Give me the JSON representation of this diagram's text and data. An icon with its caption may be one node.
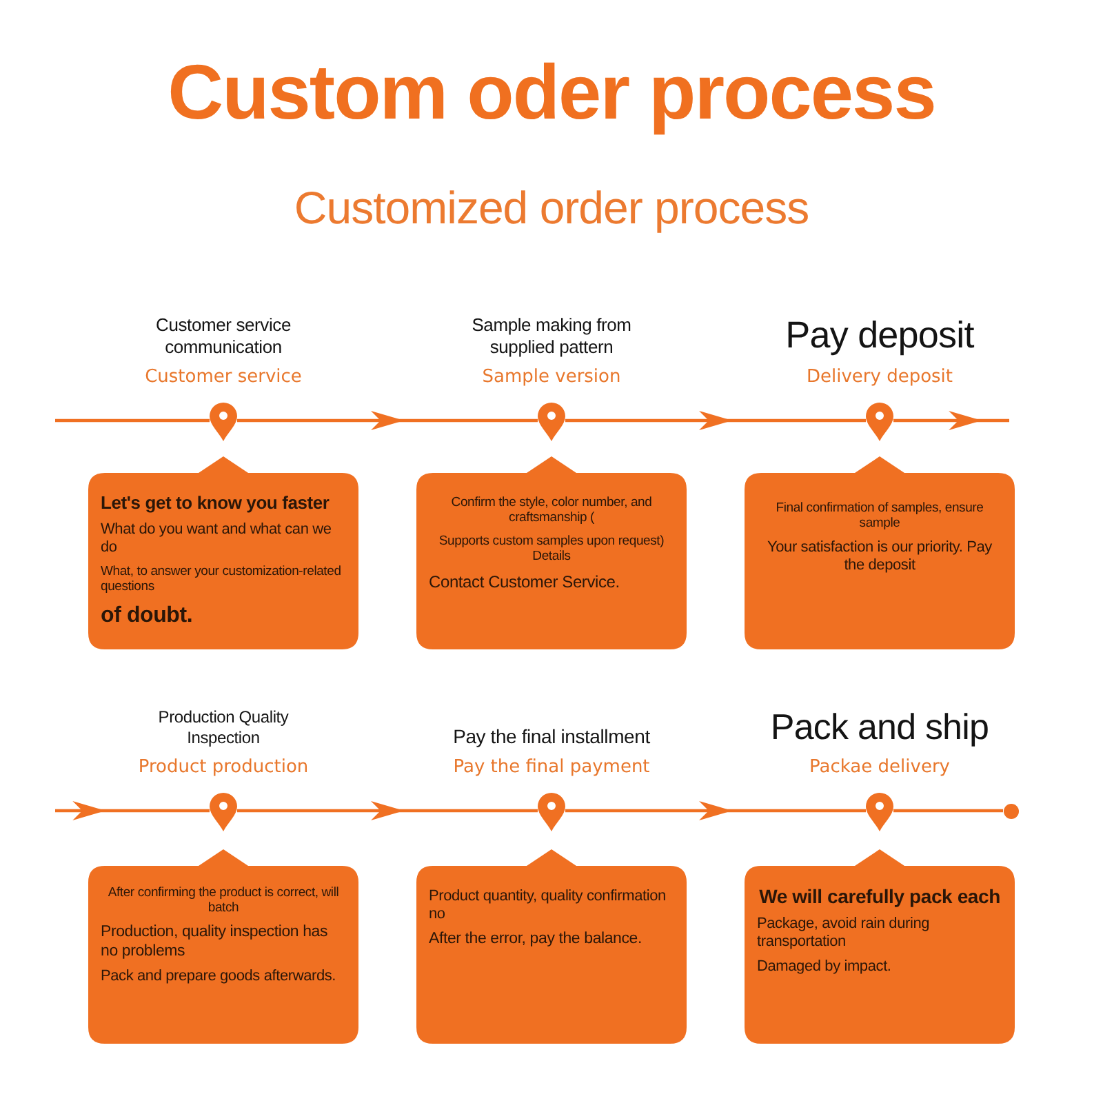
{
  "diagram": {
    "title": "Custom oder process",
    "nodes": [
      {
        "text": [],
        "shape": "pin",
        "beside": [
          "Customer service communication",
          "Customer service"
        ]
      },
      {
        "text": [],
        "shape": "pin",
        "beside": [
          "Sample making from supplied pattern",
          "Sample version"
        ]
      },
      {
        "text": [],
        "shape": "pin",
        "beside": [
          "Pay deposit",
          "Delivery deposit"
        ]
      },
      {
        "text": [
          "Let's get to know you faster",
          "What do you want and what can we do",
          "What, to answer your customization-related questions",
          "of doubt."
        ]
      },
      {
        "text": [
          "Confirm the style, color number, and craftsmanship (",
          "Supports custom samples upon request) Details",
          "Contact Customer Service."
        ]
      },
      {
        "text": [
          "Final confirmation of samples, ensure sample",
          "Your satisfaction is our priority. Pay the deposit"
        ]
      },
      {
        "text": [],
        "shape": "pin",
        "beside": [
          "Production Quality Inspection",
          "Product production"
        ]
      },
      {
        "text": [],
        "shape": "pin",
        "beside": [
          "Pay the final installment",
          "Pay the final payment"
        ]
      },
      {
        "text": [],
        "shape": "pin",
        "beside": [
          "Pack and ship",
          "Packae delivery"
        ]
      },
      {
        "text": [],
        "shape": "circle"
      },
      {
        "text": [
          "After confirming the product is correct, will batch",
          "Production, quality inspection has no problems",
          "Pack and prepare goods afterwards."
        ]
      },
      {
        "text": [
          "Product quantity, quality confirmation no",
          "After the error, pay the balance."
        ]
      },
      {
        "text": [
          "We will carefully pack each",
          "Package, avoid rain during transportation",
          "Damaged by impact."
        ]
      }
    ],
    "edges": [
      {
        "from": null,
        "to": 0,
        "arrow": "none"
      },
      {
        "from": 0,
        "to": 1,
        "arrow": "to"
      },
      {
        "from": 1,
        "to": 2,
        "arrow": "to"
      },
      {
        "from": 2,
        "to": null,
        "arrow": "to"
      },
      {
        "from": null,
        "to": 6,
        "arrow": "to"
      },
      {
        "from": 6,
        "to": 7,
        "arrow": "to"
      },
      {
        "from": 7,
        "to": 8,
        "arrow": "to"
      },
      {
        "from": 8,
        "to": 9,
        "arrow": "none"
      }
    ],
    "labels": [
      "Customized order process"
    ]
  }
}
